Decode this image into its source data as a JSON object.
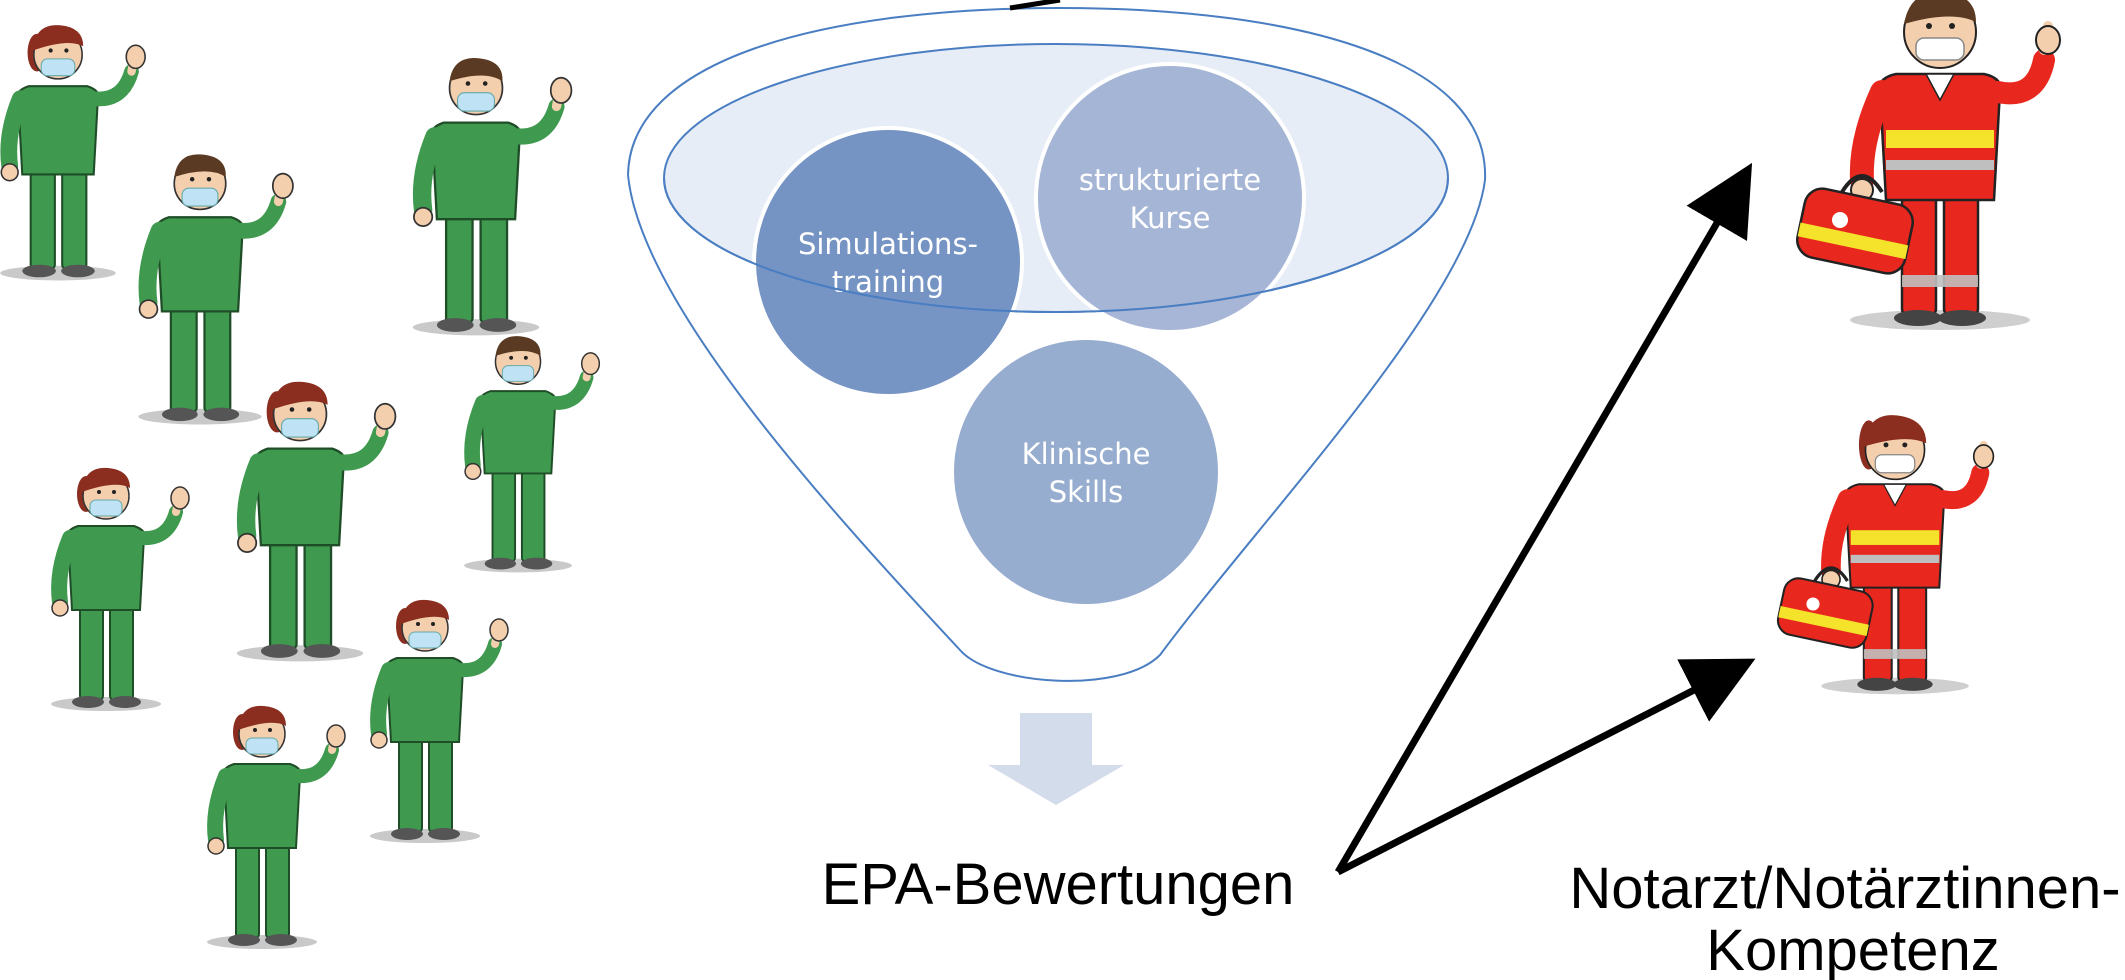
{
  "funnel": {
    "circles": [
      {
        "id": "simulation",
        "lines": [
          "Simulations-",
          "training"
        ],
        "color": "#6b8cbf"
      },
      {
        "id": "courses",
        "lines": [
          "strukturierte",
          "Kurse"
        ],
        "color": "#9fb0d2"
      },
      {
        "id": "skills",
        "lines": [
          "Klinische",
          "Skills"
        ],
        "color": "#8ea6cb"
      }
    ],
    "outline_color": "#4a7ec2",
    "fill_color": "#dde5f2",
    "arrow_color": "#d3dcea"
  },
  "result_label": "EPA-Bewertungen",
  "outcome": {
    "label_lines": [
      "Notarzt/Notärztinnen-",
      "Kompetenz"
    ]
  },
  "colors": {
    "scrubs": "#3f9a4f",
    "scrubs_dark": "#2b7a3a",
    "skin": "#f4cfae",
    "hair": "#8b2e20",
    "hair_male": "#5a3a22",
    "mask": "#bfe3f4",
    "medic_red": "#e8281e",
    "medic_yellow": "#f5e22a",
    "reflective": "#bfbfbf",
    "arrow": "#000000"
  },
  "people": {
    "trainees": [
      {
        "id": "t1",
        "gender": "f"
      },
      {
        "id": "t2",
        "gender": "m"
      },
      {
        "id": "t3",
        "gender": "m"
      },
      {
        "id": "t4",
        "gender": "f"
      },
      {
        "id": "t5",
        "gender": "m"
      },
      {
        "id": "t6",
        "gender": "f"
      },
      {
        "id": "t7",
        "gender": "f"
      },
      {
        "id": "t8",
        "gender": "f"
      }
    ],
    "medics": [
      {
        "id": "m1",
        "gender": "m"
      },
      {
        "id": "m2",
        "gender": "f"
      }
    ]
  }
}
